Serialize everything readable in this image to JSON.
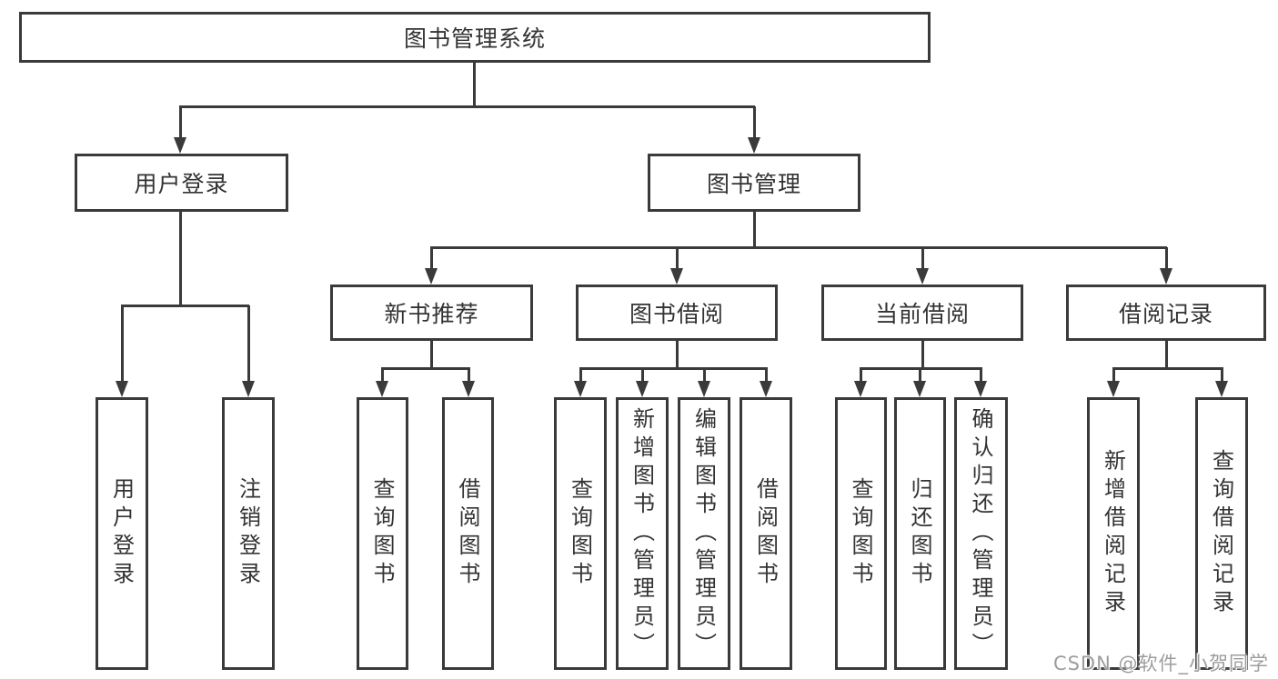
{
  "diagram": {
    "root": {
      "label": "图书管理系统"
    },
    "branches": [
      {
        "label": "用户登录",
        "children": [
          {
            "label": "用户登录"
          },
          {
            "label": "注销登录"
          }
        ]
      },
      {
        "label": "图书管理",
        "children": [
          {
            "label": "新书推荐",
            "children": [
              {
                "label": "查询图书"
              },
              {
                "label": "借阅图书"
              }
            ]
          },
          {
            "label": "图书借阅",
            "children": [
              {
                "label": "查询图书"
              },
              {
                "label": "新增图书（管理员）"
              },
              {
                "label": "编辑图书（管理员）"
              },
              {
                "label": "借阅图书"
              }
            ]
          },
          {
            "label": "当前借阅",
            "children": [
              {
                "label": "查询图书"
              },
              {
                "label": "归还图书"
              },
              {
                "label": "确认归还（管理员）"
              }
            ]
          },
          {
            "label": "借阅记录",
            "children": [
              {
                "label": "新增借阅记录"
              },
              {
                "label": "查询借阅记录"
              }
            ]
          }
        ]
      }
    ]
  },
  "watermark": {
    "text": "CSDN @软件_小贺同学"
  },
  "colors": {
    "line": "#3a3a3a",
    "box_border": "#3a3a3a",
    "text": "#333333",
    "watermark": "#9d9d9d",
    "background": "#ffffff"
  }
}
